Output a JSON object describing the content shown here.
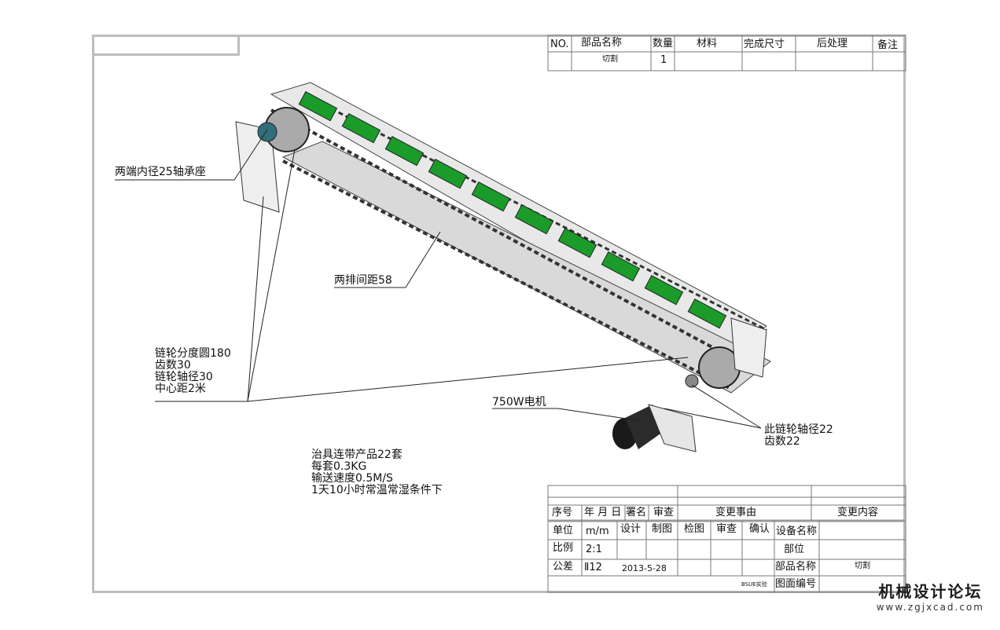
{
  "parts_table": {
    "headers": [
      "NO.",
      "部品名称",
      "数量",
      "材料",
      "完成尺寸",
      "后处理",
      "备注"
    ],
    "row": {
      "name": "切割",
      "qty": "1"
    }
  },
  "annotations": {
    "bearing": "两端内径25轴承座",
    "spacing": "两排间距58",
    "sprocket": [
      "链轮分度圆180",
      "齿数30",
      "链轮轴径30",
      "中心距2米"
    ],
    "motor": "750W电机",
    "small_sprocket": [
      "此链轮轴径22",
      "齿数22"
    ],
    "spec": [
      "治具连带产品22套",
      "每套0.3KG",
      "输送速度0.5M/S",
      "1天10小时常温常湿条件下"
    ]
  },
  "revision_table": {
    "headers": [
      "序号",
      "年 月 日",
      "署名",
      "审查",
      "变更事由",
      "变更内容"
    ]
  },
  "title_block": {
    "unit_label": "单位",
    "unit_value": "m/m",
    "scale_label": "比例",
    "scale_value": "2:1",
    "tolerance_label": "公差",
    "tolerance_value": "Ⅱ12",
    "roles": [
      "设计",
      "制图",
      "检图",
      "审查",
      "确认"
    ],
    "date": "2013-5-28",
    "equipment_label": "设备名称",
    "position_label": "部位",
    "part_label": "部品名称",
    "part_value": "切割",
    "drawing_no_label": "图面编号",
    "small_mark": "BSUE实验"
  },
  "watermark": {
    "title": "机械设计论坛",
    "url": "www.zgjxcad.com"
  },
  "colors": {
    "frame": "#bdbdbd",
    "chain": "#333333",
    "pcb": "#1a9b2a",
    "body": "#d9d9d9"
  }
}
